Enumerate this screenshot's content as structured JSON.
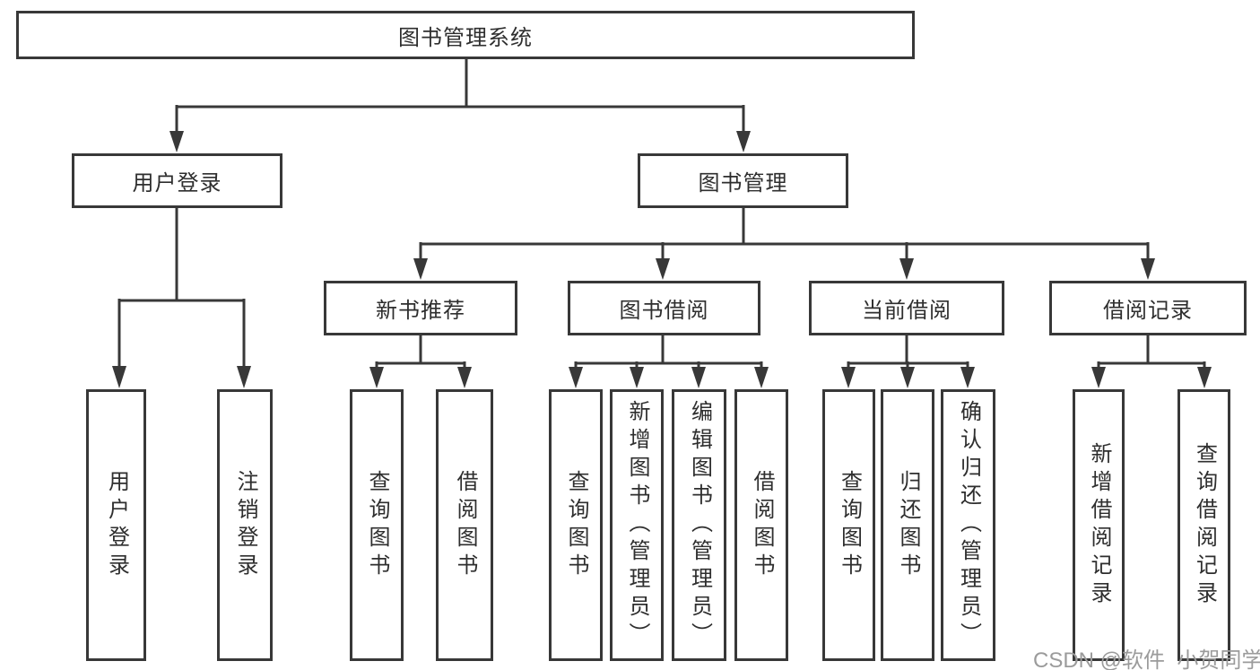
{
  "diagram": {
    "title": "图书管理系统",
    "tree": {
      "label": "图书管理系统",
      "children": [
        {
          "label": "用户登录",
          "children": [
            {
              "label": "用户登录"
            },
            {
              "label": "注销登录"
            }
          ]
        },
        {
          "label": "图书管理",
          "children": [
            {
              "label": "新书推荐",
              "children": [
                {
                  "label": "查询图书"
                },
                {
                  "label": "借阅图书"
                }
              ]
            },
            {
              "label": "图书借阅",
              "children": [
                {
                  "label": "查询图书"
                },
                {
                  "label": "新增图书（管理员）"
                },
                {
                  "label": "编辑图书（管理员）"
                },
                {
                  "label": "借阅图书"
                }
              ]
            },
            {
              "label": "当前借阅",
              "children": [
                {
                  "label": "查询图书"
                },
                {
                  "label": "归还图书"
                },
                {
                  "label": "确认归还（管理员）"
                }
              ]
            },
            {
              "label": "借阅记录",
              "children": [
                {
                  "label": "新增借阅记录"
                },
                {
                  "label": "查询借阅记录"
                }
              ]
            }
          ]
        }
      ]
    },
    "colors": {
      "line": "#383838",
      "text": "#2e2e2e",
      "watermark": "#9b9b9b",
      "background": "#ffffff"
    }
  },
  "watermark": "CSDN @软件_小贺同学"
}
